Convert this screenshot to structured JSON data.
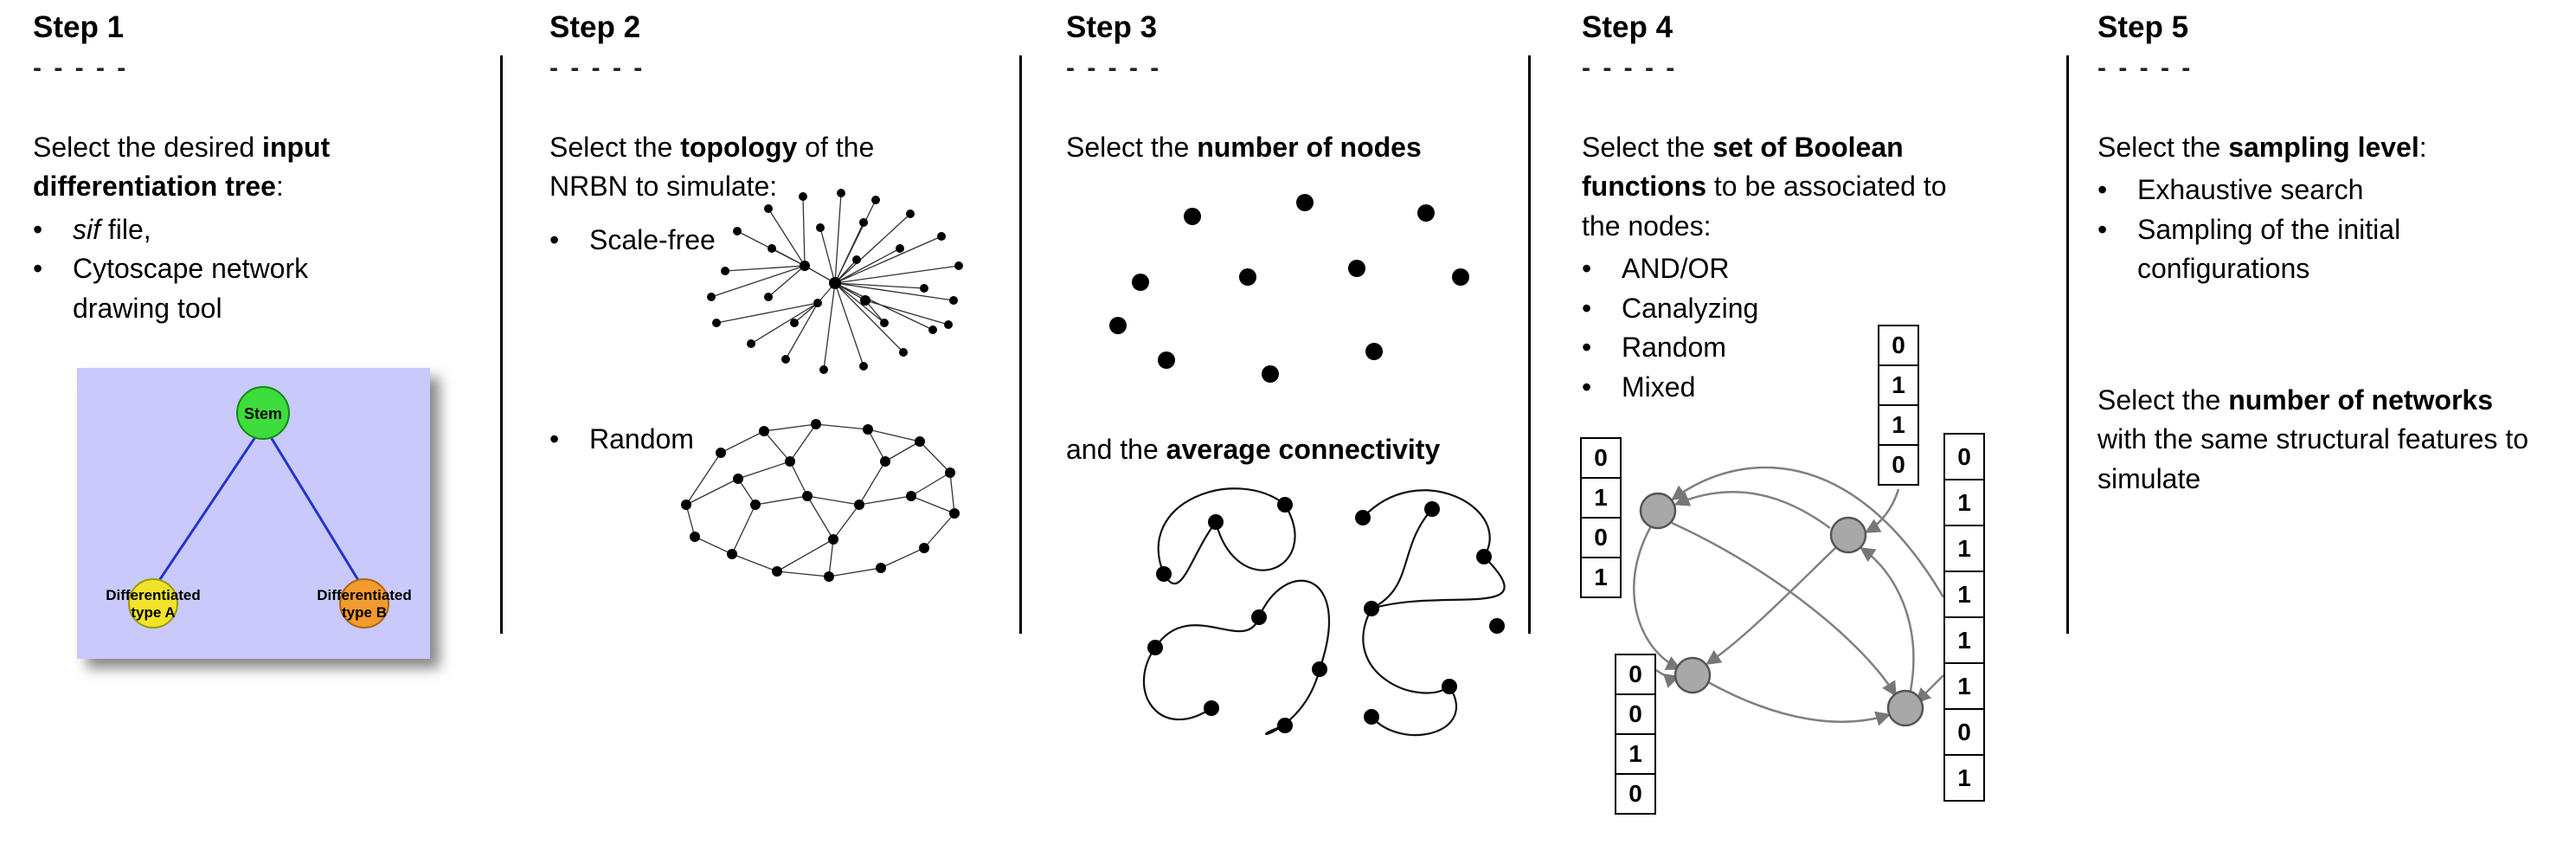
{
  "ui": {
    "bullet": "•",
    "dashes": "- - - - -"
  },
  "step1": {
    "title": "Step 1",
    "intro": {
      "pre": "Select the desired ",
      "bold": "input differentiation tree",
      "post": ":"
    },
    "bullet1": {
      "italic": "sif",
      "rest": " file,"
    },
    "bullet2": "Cytoscape network drawing tool",
    "tree": {
      "stem": "Stem",
      "type_a_line1": "Differentiated",
      "type_a_line2": "type A",
      "type_b_line1": "Differentiated",
      "type_b_line2": "type B",
      "colors": {
        "background": "#c9c9fb",
        "stem": "#3ddd3d",
        "type_a": "#f2e32a",
        "type_b": "#f29b2e",
        "edge": "#2233cc"
      }
    }
  },
  "step2": {
    "title": "Step 2",
    "intro": {
      "pre": "Select the ",
      "bold": "topology",
      "post": " of the NRBN to simulate:"
    },
    "bullets": [
      "Scale-free",
      "Random"
    ]
  },
  "step3": {
    "title": "Step 3",
    "line1": {
      "pre": "Select the ",
      "bold": "number of nodes"
    },
    "line2": {
      "pre": "and the ",
      "bold": "average connectivity"
    }
  },
  "step4": {
    "title": "Step 4",
    "intro": {
      "pre": "Select the ",
      "bold": "set of Boolean functions",
      "post": " to be associated to the nodes:"
    },
    "bullets": [
      "AND/OR",
      "Canalyzing",
      "Random",
      "Mixed"
    ],
    "node_fill": "#a8a8a8",
    "truth_tables": {
      "left": [
        "0",
        "1",
        "0",
        "1"
      ],
      "top": [
        "0",
        "1",
        "1",
        "0"
      ],
      "bottom_left": [
        "0",
        "0",
        "1",
        "0"
      ],
      "right": [
        "0",
        "1",
        "1",
        "1",
        "1",
        "1",
        "0",
        "1"
      ]
    }
  },
  "step5": {
    "title": "Step 5",
    "line1": {
      "pre": "Select the ",
      "bold": "sampling level",
      "post": ":"
    },
    "bullets": [
      "Exhaustive search",
      "Sampling of the initial configurations"
    ],
    "para2": {
      "pre": "Select the ",
      "bold": "number of networks",
      "post": " with the same structural features to simulate"
    }
  }
}
